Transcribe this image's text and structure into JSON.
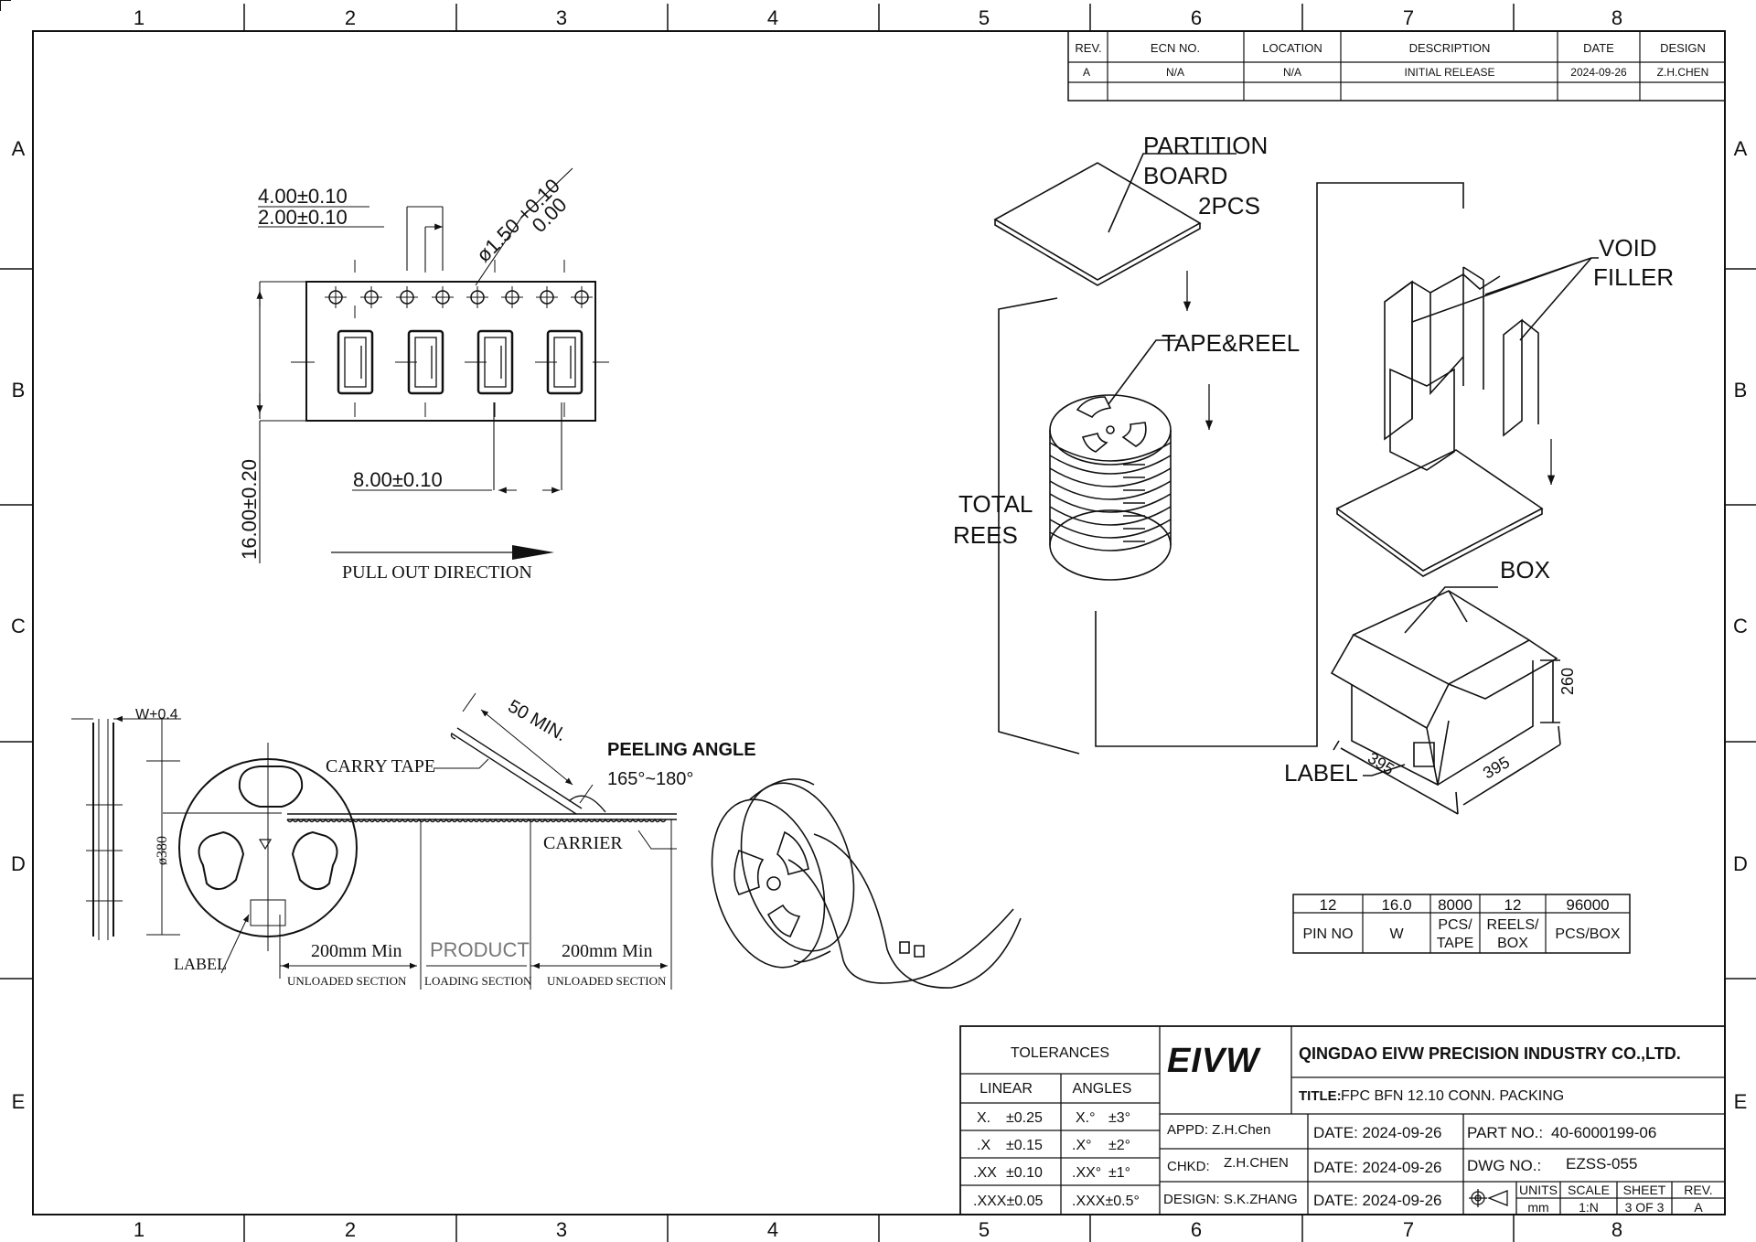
{
  "border": {
    "columns": [
      "1",
      "2",
      "3",
      "4",
      "5",
      "6",
      "7",
      "8"
    ],
    "rows": [
      "A",
      "B",
      "C",
      "D",
      "E"
    ]
  },
  "revision": {
    "headers": [
      "REV.",
      "ECN NO.",
      "LOCATION",
      "DESCRIPTION",
      "DATE",
      "DESIGN"
    ],
    "row": [
      "A",
      "N/A",
      "N/A",
      "INITIAL RELEASE",
      "2024-09-26",
      "Z.H.CHEN"
    ]
  },
  "tape_view": {
    "dim_pitch_4": "4.00±0.10",
    "dim_pitch_2": "2.00±0.10",
    "dim_hole_main": "ø1.50 +0.10",
    "dim_hole_sub": "0.00",
    "dim_pitch_8": "8.00±0.10",
    "dim_width": "16.00±0.20",
    "pull_out": "PULL OUT DIRECTION"
  },
  "reel_view": {
    "w_label": "W+0.4",
    "dia": "ø380",
    "carry_tape": "CARRY TAPE",
    "fifty_min": "50 MIN.",
    "peeling_title": "PEELING ANGLE",
    "peeling_value": "165°~180°",
    "carrier": "CARRIER",
    "label": "LABEL",
    "sec1_top": "200mm Min",
    "sec1_bot": "UNLOADED SECTION",
    "sec2_top": "PRODUCT",
    "sec2_bot": "LOADING SECTION",
    "sec3_top": "200mm Min",
    "sec3_bot": "UNLOADED SECTION"
  },
  "packing": {
    "partition_l1": "PARTITION",
    "partition_l2": "BOARD",
    "partition_l3": "2PCS",
    "tape_reel": "TAPE&REEL",
    "void_l1": "VOID",
    "void_l2": "FILLER",
    "total_l1": "TOTAL",
    "total_l2": "REES",
    "box": "BOX",
    "label": "LABEL",
    "dim_h": "260",
    "dim_a": "395",
    "dim_b": "395"
  },
  "qty_table": {
    "values": [
      "12",
      "16.0",
      "8000",
      "12",
      "96000"
    ],
    "labels": [
      "PIN NO",
      "W",
      "PCS/",
      "REELS/",
      "PCS/BOX"
    ],
    "labels_2": [
      "",
      "",
      "TAPE",
      "BOX",
      ""
    ]
  },
  "title_block": {
    "tolerances": "TOLERANCES",
    "linear": "LINEAR",
    "angles": "ANGLES",
    "lin": [
      [
        "X.",
        "±0.25"
      ],
      [
        ".X",
        "±0.15"
      ],
      [
        ".XX",
        "±0.10"
      ],
      [
        ".XXX±0.05",
        ""
      ]
    ],
    "ang": [
      [
        "X.°",
        "±3°"
      ],
      [
        ".X°",
        "±2°"
      ],
      [
        ".XX°",
        "±1°"
      ],
      [
        ".XXX±0.5°",
        ""
      ]
    ],
    "logo": "EIVW",
    "company": "QINGDAO EIVW PRECISION INDUSTRY CO.,LTD.",
    "title_label": "TITLE:",
    "title": "FPC BFN 12.10 CONN. PACKING",
    "appd": "APPD: Z.H.Chen",
    "chkd_label": "CHKD:",
    "chkd": "Z.H.CHEN",
    "design": "DESIGN: S.K.ZHANG",
    "date1": "DATE: 2024-09-26",
    "date2": "DATE: 2024-09-26",
    "date3": "DATE: 2024-09-26",
    "part_label": "PART NO.:",
    "part": "40-6000199-06",
    "dwg_label": "DWG NO.:",
    "dwg": "EZSS-055",
    "units_h": "UNITS",
    "units": "mm",
    "scale_h": "SCALE",
    "scale": "1:N",
    "sheet_h": "SHEET",
    "sheet": "3 OF 3",
    "rev_h": "REV.",
    "rev": "A"
  }
}
